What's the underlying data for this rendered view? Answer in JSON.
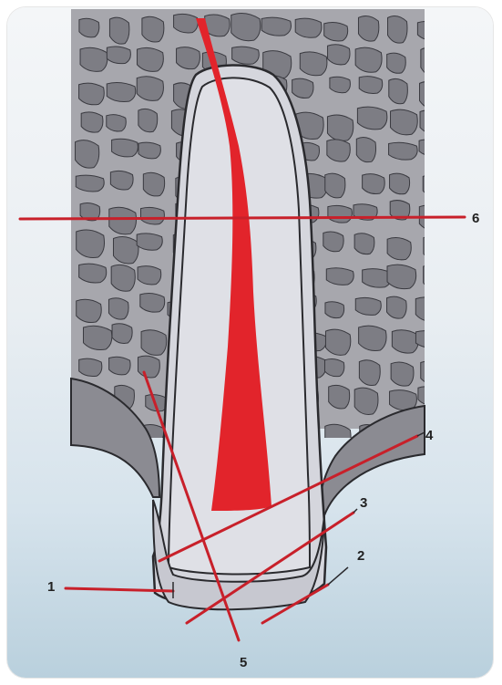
{
  "figure": {
    "labels": {
      "l1": "1",
      "l2": "2",
      "l3": "3",
      "l4": "4",
      "l5": "5",
      "l6": "6"
    },
    "colors": {
      "bone_bg": "#a7a7ad",
      "bone_cell": "#7d7d84",
      "tooth_light": "#d2d3da",
      "tooth_outline": "#2a2a2e",
      "pulp": "#e2242b",
      "gum": "#8a8a91",
      "line": "#c8202a"
    }
  }
}
